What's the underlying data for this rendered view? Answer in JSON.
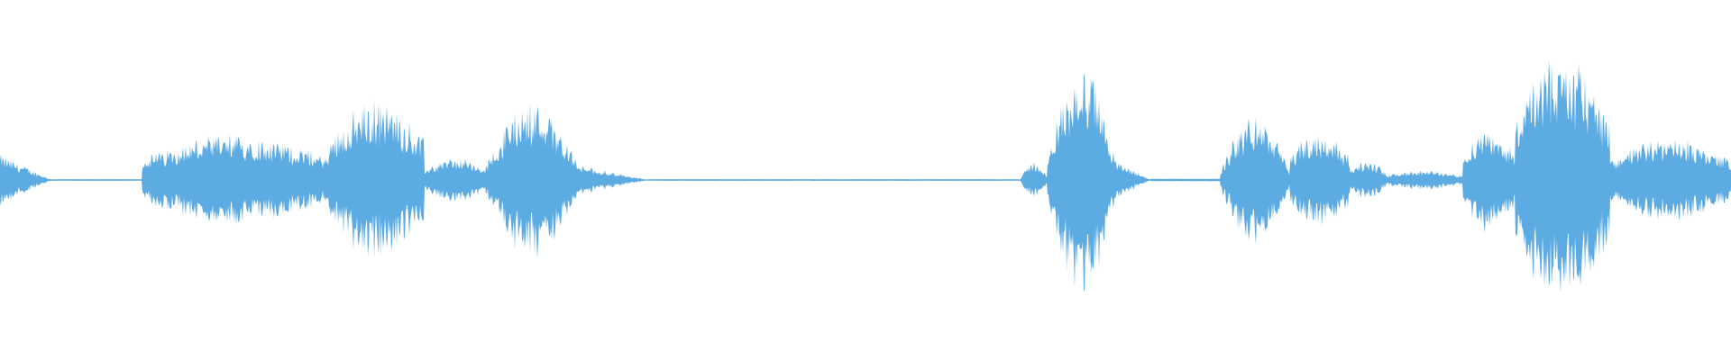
{
  "waveform": {
    "color": "#5dabe3",
    "background": "#ffffff",
    "segments": [
      {
        "start": 0.0,
        "end": 0.03,
        "peak": 0.14,
        "shape": "decay"
      },
      {
        "start": 0.03,
        "end": 0.082,
        "peak": 0.004,
        "shape": "flat"
      },
      {
        "start": 0.082,
        "end": 0.19,
        "peak": 0.24,
        "shape": "burst"
      },
      {
        "start": 0.19,
        "end": 0.245,
        "peak": 0.42,
        "shape": "burst"
      },
      {
        "start": 0.245,
        "end": 0.28,
        "peak": 0.12,
        "shape": "burst"
      },
      {
        "start": 0.28,
        "end": 0.335,
        "peak": 0.42,
        "shape": "swell"
      },
      {
        "start": 0.335,
        "end": 0.375,
        "peak": 0.08,
        "shape": "decay"
      },
      {
        "start": 0.375,
        "end": 0.59,
        "peak": 0.004,
        "shape": "flat"
      },
      {
        "start": 0.59,
        "end": 0.605,
        "peak": 0.1,
        "shape": "swell"
      },
      {
        "start": 0.605,
        "end": 0.645,
        "peak": 0.62,
        "shape": "swell"
      },
      {
        "start": 0.645,
        "end": 0.665,
        "peak": 0.1,
        "shape": "decay"
      },
      {
        "start": 0.665,
        "end": 0.705,
        "peak": 0.006,
        "shape": "flat"
      },
      {
        "start": 0.705,
        "end": 0.745,
        "peak": 0.34,
        "shape": "swell"
      },
      {
        "start": 0.745,
        "end": 0.78,
        "peak": 0.26,
        "shape": "burst"
      },
      {
        "start": 0.78,
        "end": 0.8,
        "peak": 0.1,
        "shape": "burst"
      },
      {
        "start": 0.8,
        "end": 0.845,
        "peak": 0.05,
        "shape": "burst"
      },
      {
        "start": 0.845,
        "end": 0.875,
        "peak": 0.28,
        "shape": "burst"
      },
      {
        "start": 0.875,
        "end": 0.93,
        "peak": 0.66,
        "shape": "burst"
      },
      {
        "start": 0.93,
        "end": 1.0,
        "peak": 0.22,
        "shape": "burst"
      }
    ]
  }
}
